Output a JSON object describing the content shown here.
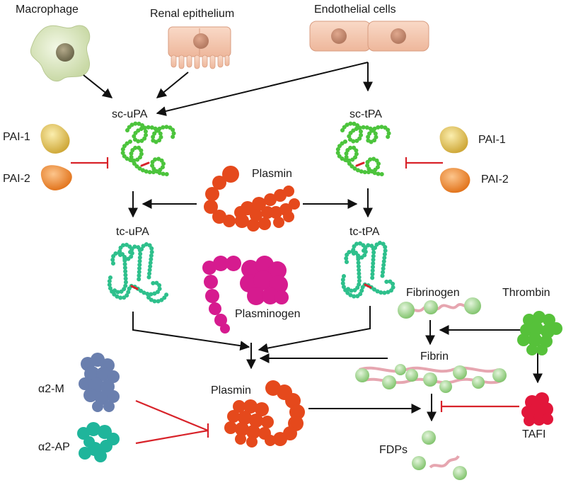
{
  "labels": {
    "macrophage": "Macrophage",
    "renal_epithelium": "Renal epithelium",
    "endothelial_cells": "Endothelial cells",
    "sc_upa": "sc-uPA",
    "sc_tpa": "sc-tPA",
    "pai1_left": "PAI-1",
    "pai2_left": "PAI-2",
    "pai1_right": "PAI-1",
    "pai2_right": "PAI-2",
    "plasmin_top": "Plasmin",
    "tc_upa": "tc-uPA",
    "tc_tpa": "tc-tPA",
    "plasminogen": "Plasminogen",
    "fibrinogen": "Fibrinogen",
    "thrombin": "Thrombin",
    "fibrin": "Fibrin",
    "a2m": "α2-M",
    "a2ap": "α2-AP",
    "plasmin_bottom": "Plasmin",
    "tafi": "TAFI",
    "fdps": "FDPs"
  },
  "colors": {
    "arrow": "#111111",
    "inhibit": "#d8232a",
    "macrophage": "#dfe9c8",
    "epithelium": "#f4c9b2",
    "nucleus": "#c9907a",
    "pai1": "#e6c85e",
    "pai2": "#f0913a",
    "sc_chain": "#4cc43c",
    "tc_chain": "#2ec08c",
    "plasmin": "#e5491c",
    "plasminogen": "#d61b8f",
    "fibrin_node": "#9bd48a",
    "fibrin_strand": "#e6a6b0",
    "thrombin": "#56c13a",
    "tafi": "#e2163a",
    "a2m": "#6a7fae",
    "a2ap": "#1fb59b"
  }
}
